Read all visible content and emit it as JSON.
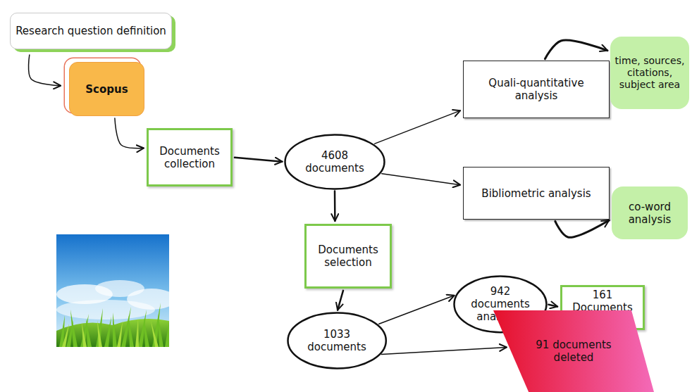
{
  "diagram": {
    "nodes": [
      {
        "text": [
          "Research question definition"
        ]
      },
      {
        "text": [
          "Scopus"
        ]
      },
      {
        "text": [
          "Documents collection"
        ]
      },
      {
        "text": [
          "4608 documents"
        ]
      },
      {
        "text": [
          "Quali-quantitative analysis"
        ]
      },
      {
        "text": [
          "time, sources, citations, subject area"
        ]
      },
      {
        "text": [
          "Bibliometric analysis"
        ]
      },
      {
        "text": [
          "co-word analysis"
        ]
      },
      {
        "text": [
          "Documents selection"
        ]
      },
      {
        "text": [
          "1033 documents"
        ]
      },
      {
        "text": [
          "942 documents analyzed"
        ]
      },
      {
        "text": [
          "161 Documents reviewed"
        ]
      },
      {
        "text": [
          "91 documents deleted"
        ]
      }
    ],
    "edges": [
      {
        "from": 0,
        "to": 1,
        "arrow": "to"
      },
      {
        "from": 1,
        "to": 2,
        "arrow": "to"
      },
      {
        "from": 2,
        "to": 3,
        "arrow": "to"
      },
      {
        "from": 3,
        "to": 4,
        "arrow": "to"
      },
      {
        "from": 4,
        "to": 5,
        "arrow": "to"
      },
      {
        "from": 3,
        "to": 6,
        "arrow": "to"
      },
      {
        "from": 6,
        "to": 7,
        "arrow": "to"
      },
      {
        "from": 3,
        "to": 8,
        "arrow": "to"
      },
      {
        "from": 8,
        "to": 9,
        "arrow": "to"
      },
      {
        "from": 9,
        "to": 10,
        "arrow": "to"
      },
      {
        "from": 10,
        "to": 11,
        "arrow": "to"
      },
      {
        "from": 9,
        "to": 12,
        "arrow": "to"
      }
    ]
  }
}
